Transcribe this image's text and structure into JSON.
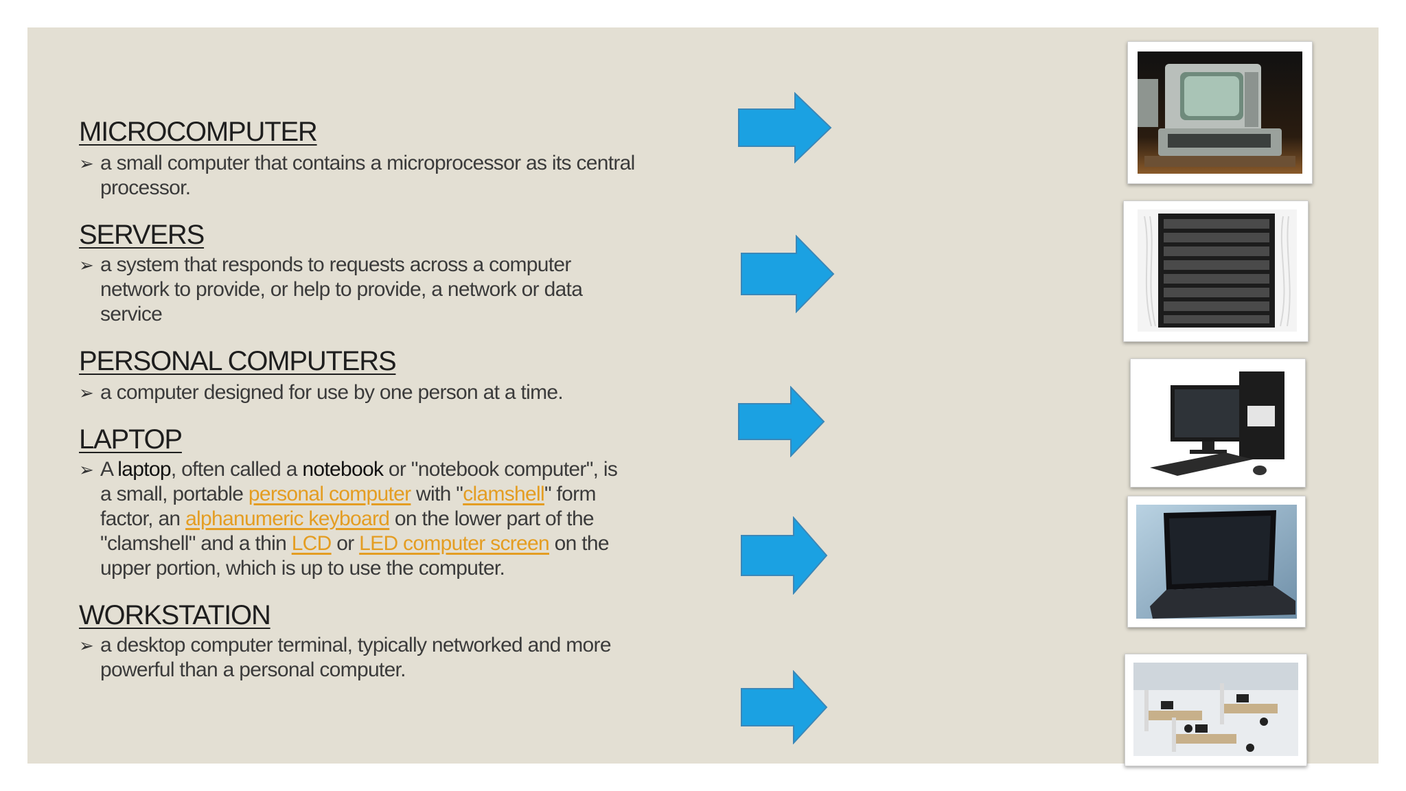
{
  "sections": [
    {
      "heading": "MICROCOMPUTER",
      "bullet": "a small computer that contains a microprocessor as its central processor."
    },
    {
      "heading": "SERVERS",
      "bullet": "a system that responds to requests across a computer network to provide, or help to provide, a network or data service"
    },
    {
      "heading": "PERSONAL COMPUTERS",
      "bullet": "a computer designed for use by one person at a time."
    },
    {
      "heading": "LAPTOP",
      "bullet_parts": {
        "p1": "A ",
        "laptop": "laptop",
        "p2": ", often called a ",
        "notebook": "notebook",
        "p3": " or \"notebook computer\", is a small, portable ",
        "link_personal_computer": "personal computer",
        "p4": " with \"",
        "link_clamshell": "clamshell",
        "p5": "\" form factor, an ",
        "link_keyboard": "alphanumeric keyboard",
        "p6": " on the lower part of the \"clamshell\" and a thin ",
        "link_lcd": "LCD",
        "p7": " or ",
        "link_led": "LED computer screen",
        "p8": " on the upper portion, which is up to use the computer."
      }
    },
    {
      "heading": "WORKSTATION",
      "bullet": "a desktop computer terminal, typically networked and more powerful than a personal computer."
    }
  ],
  "bullet_marker": "➢",
  "images": [
    {
      "name": "microcomputer-photo"
    },
    {
      "name": "servers-photo"
    },
    {
      "name": "personal-computer-photo"
    },
    {
      "name": "laptop-photo"
    },
    {
      "name": "workstation-photo"
    }
  ],
  "colors": {
    "background": "#e3dfd3",
    "arrow": "#1ba1e2",
    "link": "#e49d22",
    "heading": "#1e1e1e",
    "body": "#3b3b3b"
  }
}
